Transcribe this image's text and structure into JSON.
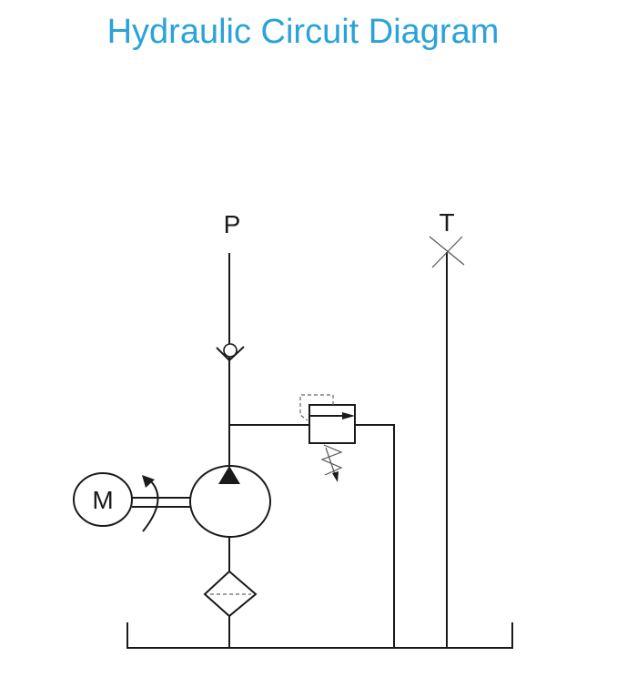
{
  "title": "Hydraulic Circuit Diagram",
  "labels": {
    "pressure_port": "P",
    "tank_port": "T",
    "motor": "M"
  },
  "colors": {
    "title": "#29a3d9",
    "lines": "#1a1a1a"
  },
  "components": [
    "motor",
    "hydraulic-pump",
    "check-valve",
    "pressure-relief-valve",
    "filter",
    "tank"
  ]
}
